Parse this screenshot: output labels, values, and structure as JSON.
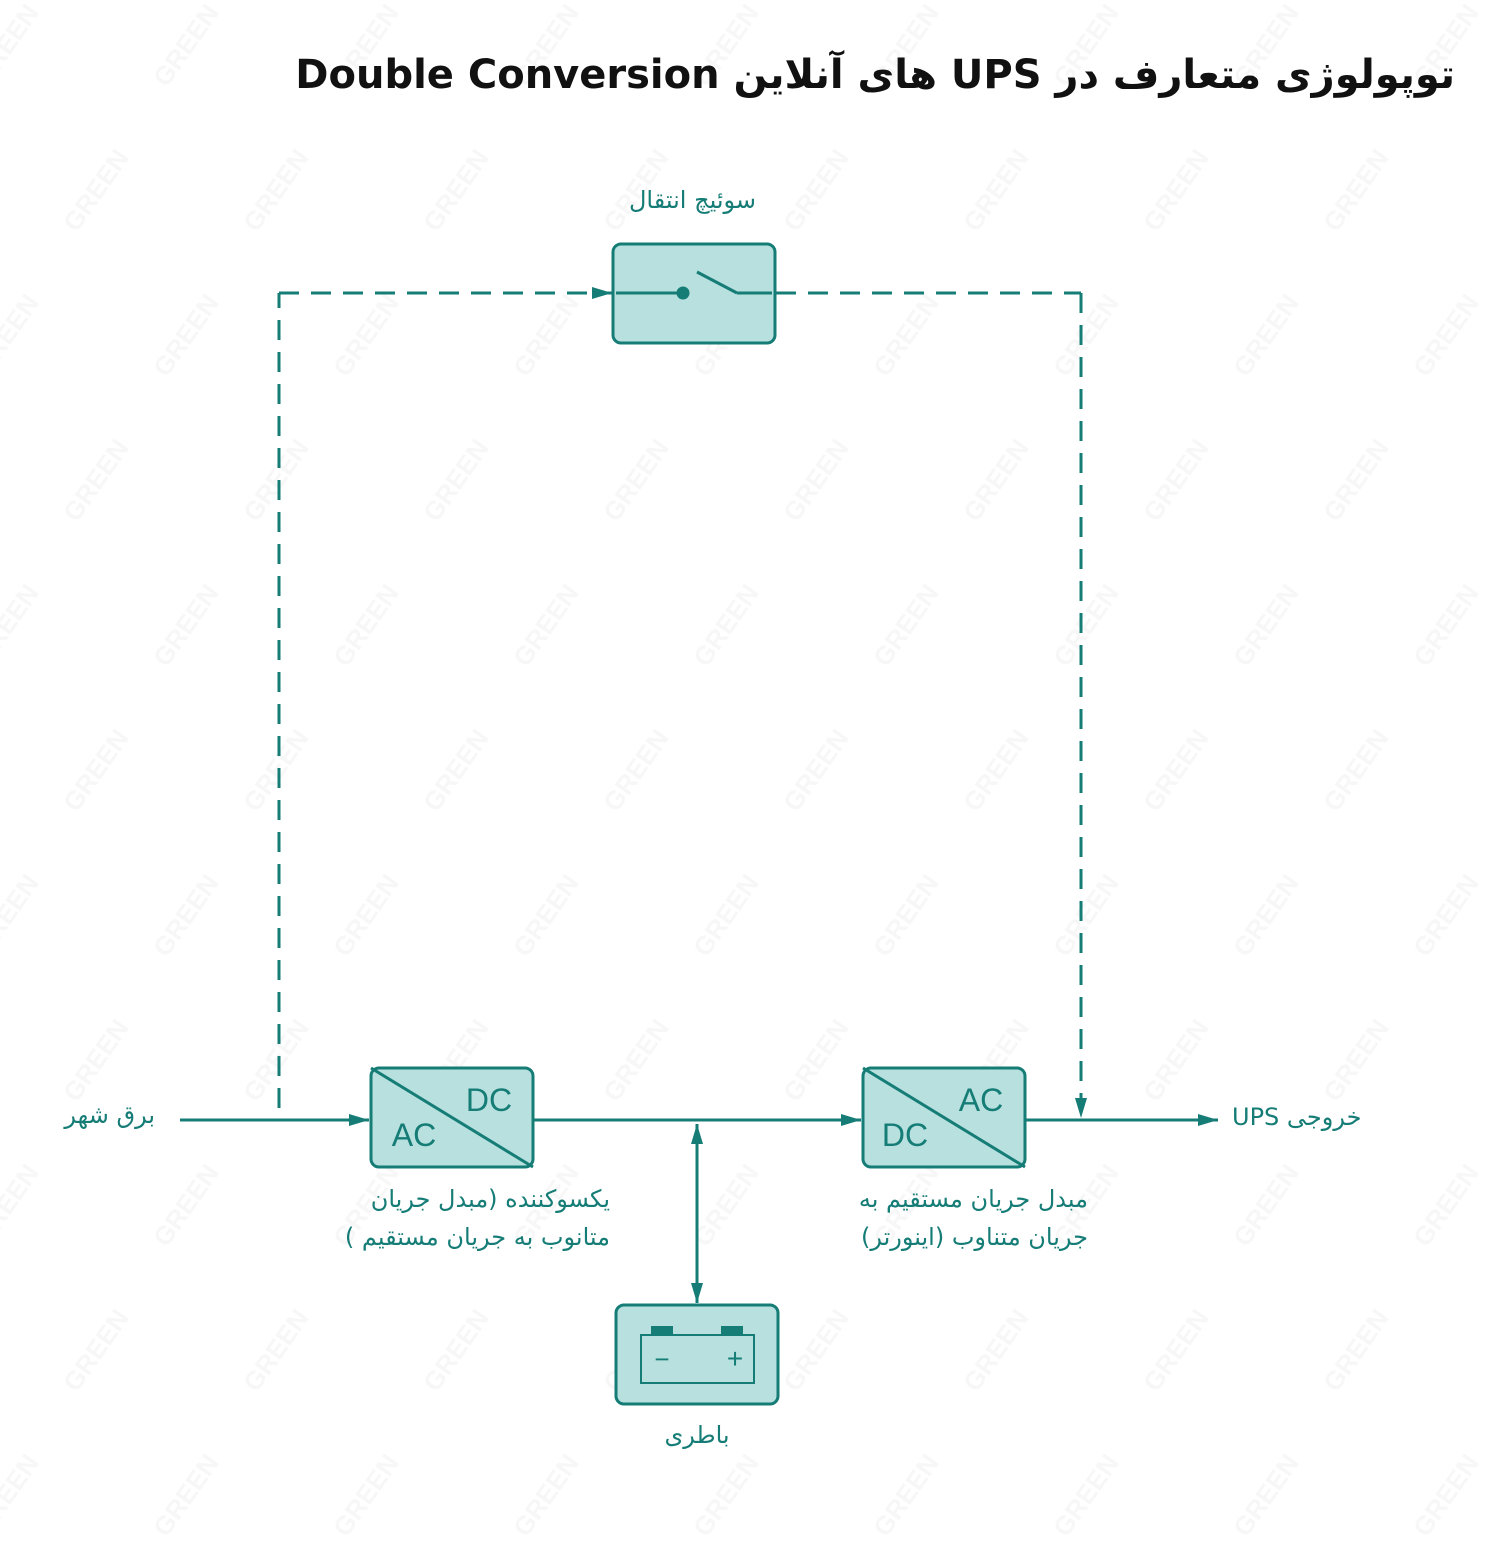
{
  "title": "توپولوژی متعارف در UPS های آنلاین Double Conversion",
  "watermark_text": "GREEN",
  "colors": {
    "primary": "#157c76",
    "box_fill": "#b7e0df",
    "title": "#111111"
  },
  "nodes": {
    "transfer_switch": {
      "label": "سوئیچ انتقال",
      "icon": "switch-icon"
    },
    "rectifier": {
      "top_right": "DC",
      "bottom_left": "AC",
      "caption_line1": "یکسوکننده  (مبدل جریان",
      "caption_line2": "متانوب به جریان مستقیم )"
    },
    "inverter": {
      "top_right": "AC",
      "bottom_left": "DC",
      "caption_line1": "مبدل جریان مستقیم به",
      "caption_line2": "جریان متناوب (اینورتر)"
    },
    "battery": {
      "label": "باطری",
      "minus": "−",
      "plus": "+",
      "icon": "battery-icon"
    }
  },
  "input_label": "برق شهر",
  "output_label": "خروجی UPS"
}
